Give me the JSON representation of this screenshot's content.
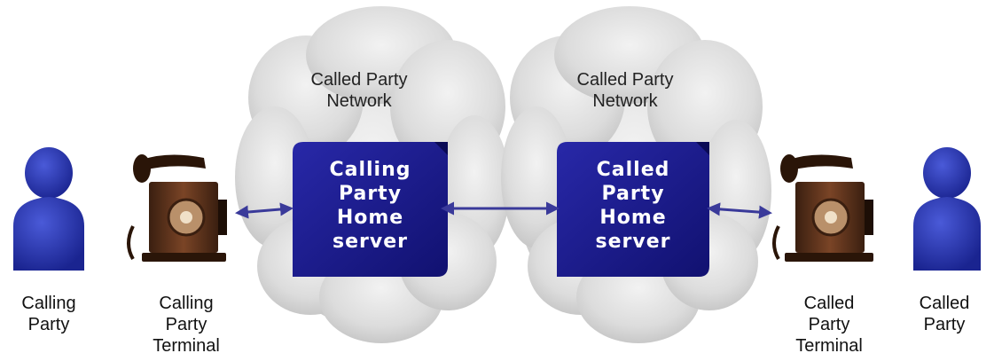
{
  "clouds": {
    "left_label": "Called Party\nNetwork",
    "right_label": "Called Party\nNetwork"
  },
  "servers": {
    "calling_home": "Calling\nParty\nHome\nserver",
    "called_home": "Called\nParty\nHome\nserver"
  },
  "endpoints": {
    "calling_party": "Calling\nParty",
    "calling_terminal": "Calling\nParty\nTerminal",
    "called_terminal": "Called\nParty\nTerminal",
    "called_party": "Called\nParty"
  },
  "colors": {
    "server_fill": "#1a1a8c",
    "person_fill": "#1f2fa8",
    "arrow": "#3a3a9a",
    "cloud_fill": "#d9d9d9"
  }
}
